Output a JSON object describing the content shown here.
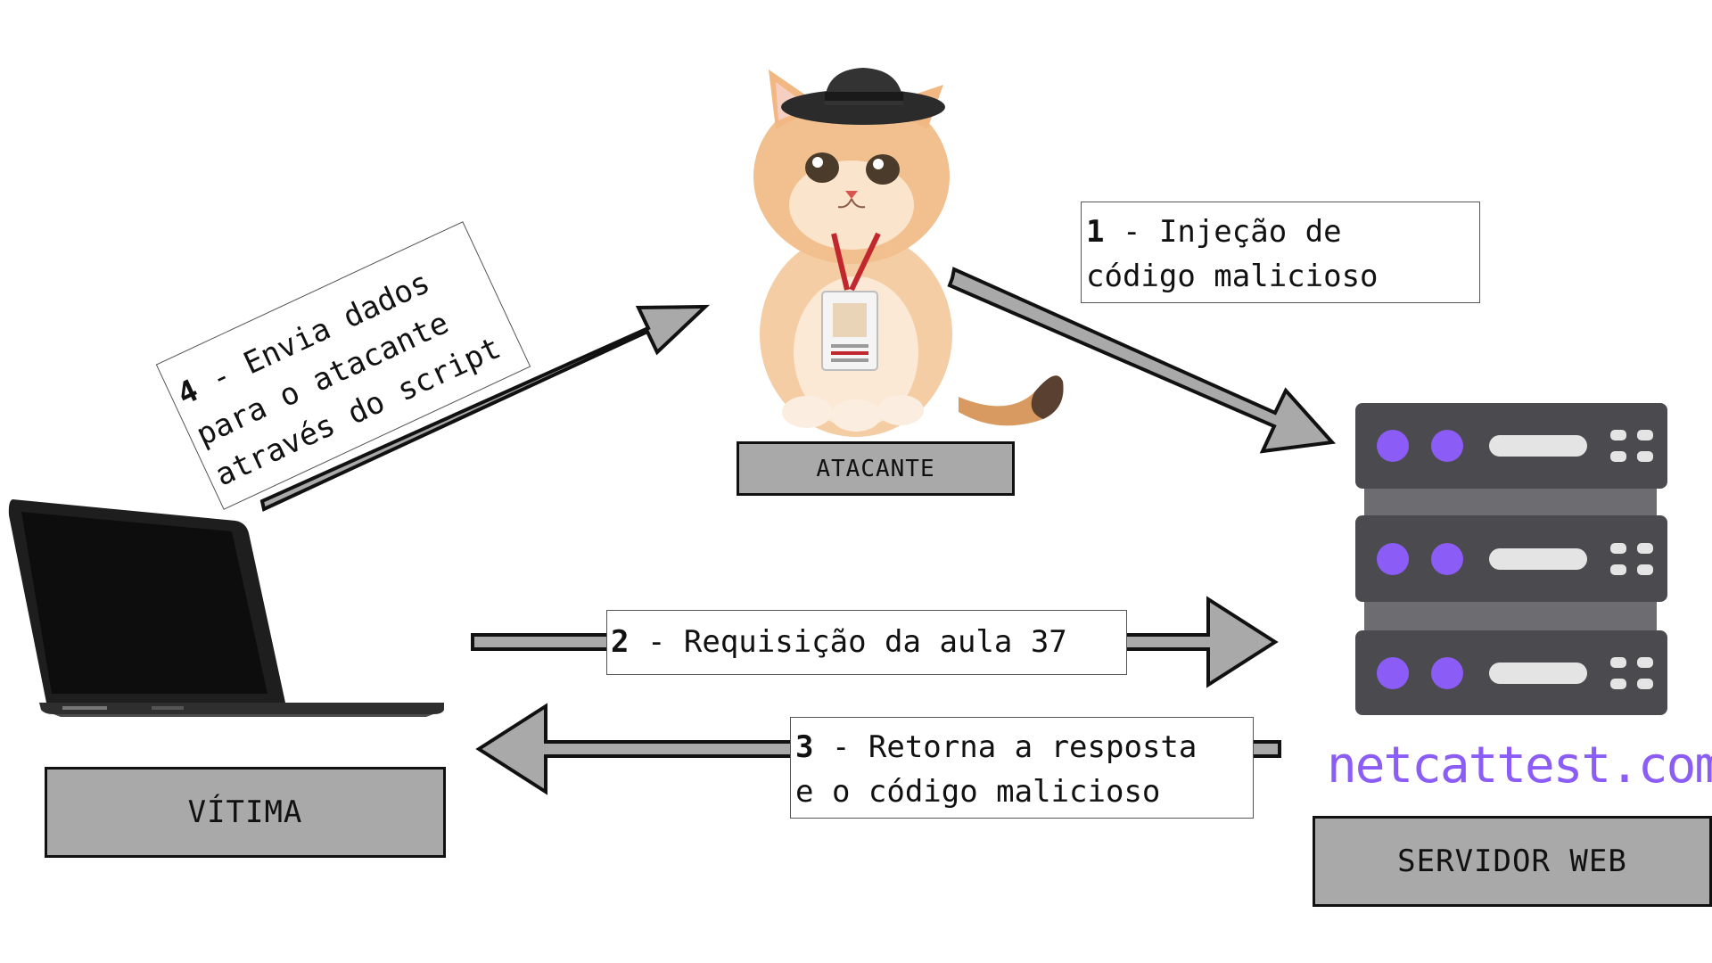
{
  "nodes": {
    "attacker_label": "ATACANTE",
    "victim_label": "VÍTIMA",
    "server_label": "SERVIDOR WEB",
    "server_domain": "netcattest.com"
  },
  "steps": [
    {
      "number": "1",
      "text_line1": " - Injeção de",
      "text_line2": "código malicioso"
    },
    {
      "number": "2",
      "text_line1": " - Requisição da aula 37"
    },
    {
      "number": "3",
      "text_line1": " - Retorna a resposta",
      "text_line2": "e o código malicioso"
    },
    {
      "number": "4",
      "text_line1": " - Envia dados",
      "text_line2": "para o atacante",
      "text_line3": "através do script"
    }
  ],
  "colors": {
    "arrow_fill": "#a9a9a9",
    "server_dark": "#4b4b4f",
    "server_connector": "#6d6d71",
    "server_light": "#8b5cf6",
    "domain": "#8b5cf6"
  },
  "icons": [
    "kitten-hacker-icon",
    "server-rack-icon",
    "laptop-icon"
  ]
}
